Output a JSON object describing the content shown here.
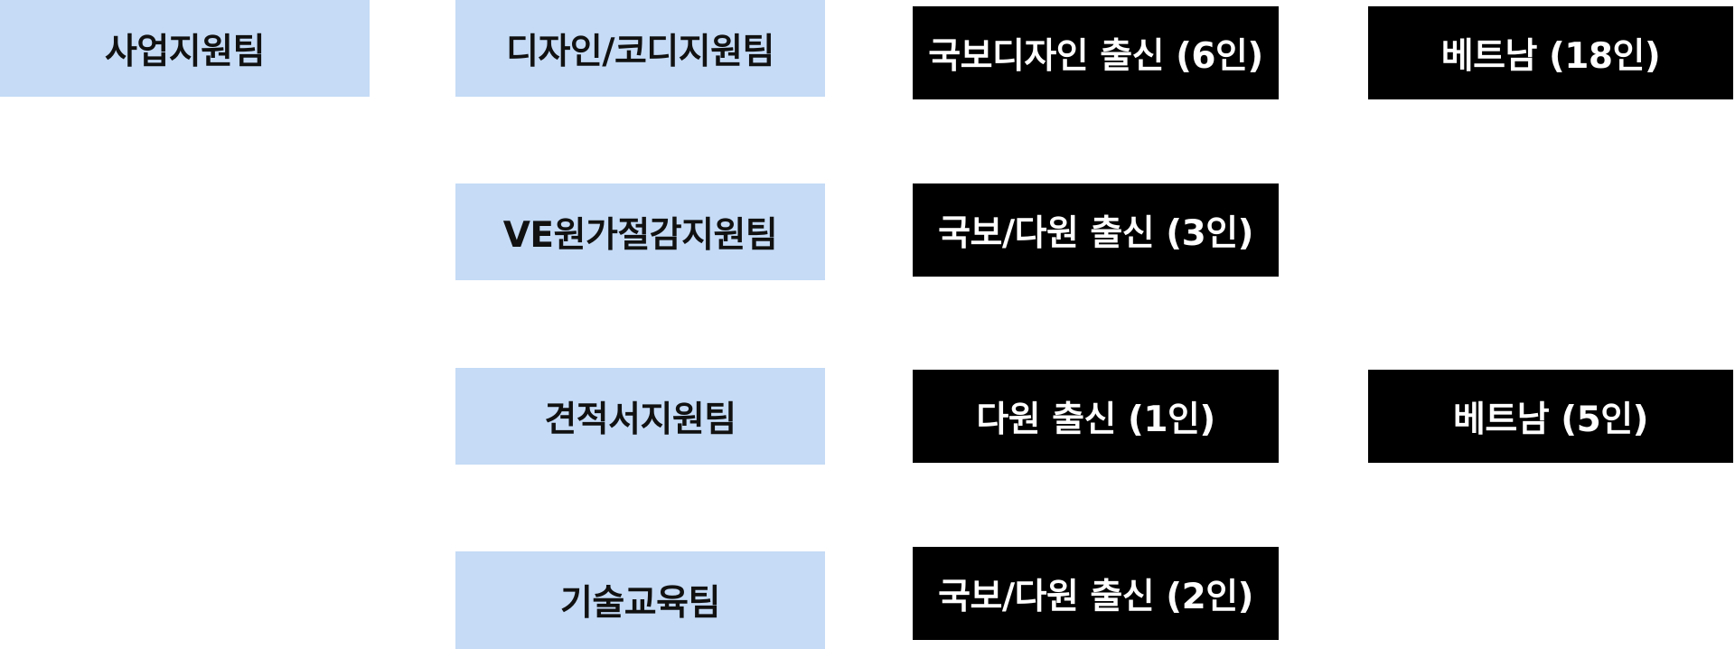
{
  "colors": {
    "team_box_bg": "#c5dbf6",
    "staff_box_bg": "#000000",
    "team_text": "#111111",
    "staff_text": "#ffffff"
  },
  "root_team": {
    "label": "사업지원팀"
  },
  "teams": [
    {
      "label": "디자인/코디지원팀"
    },
    {
      "label": "VE원가절감지원팀"
    },
    {
      "label": "견적서지원팀"
    },
    {
      "label": "기술교육팀"
    }
  ],
  "staff": [
    {
      "label": "국보디자인 출신 (6인)"
    },
    {
      "label": "국보/다원 출신 (3인)"
    },
    {
      "label": "다원 출신 (1인)"
    },
    {
      "label": "국보/다원 출신 (2인)"
    },
    {
      "label": "베트남 (18인)"
    },
    {
      "label": "베트남 (5인)"
    }
  ]
}
